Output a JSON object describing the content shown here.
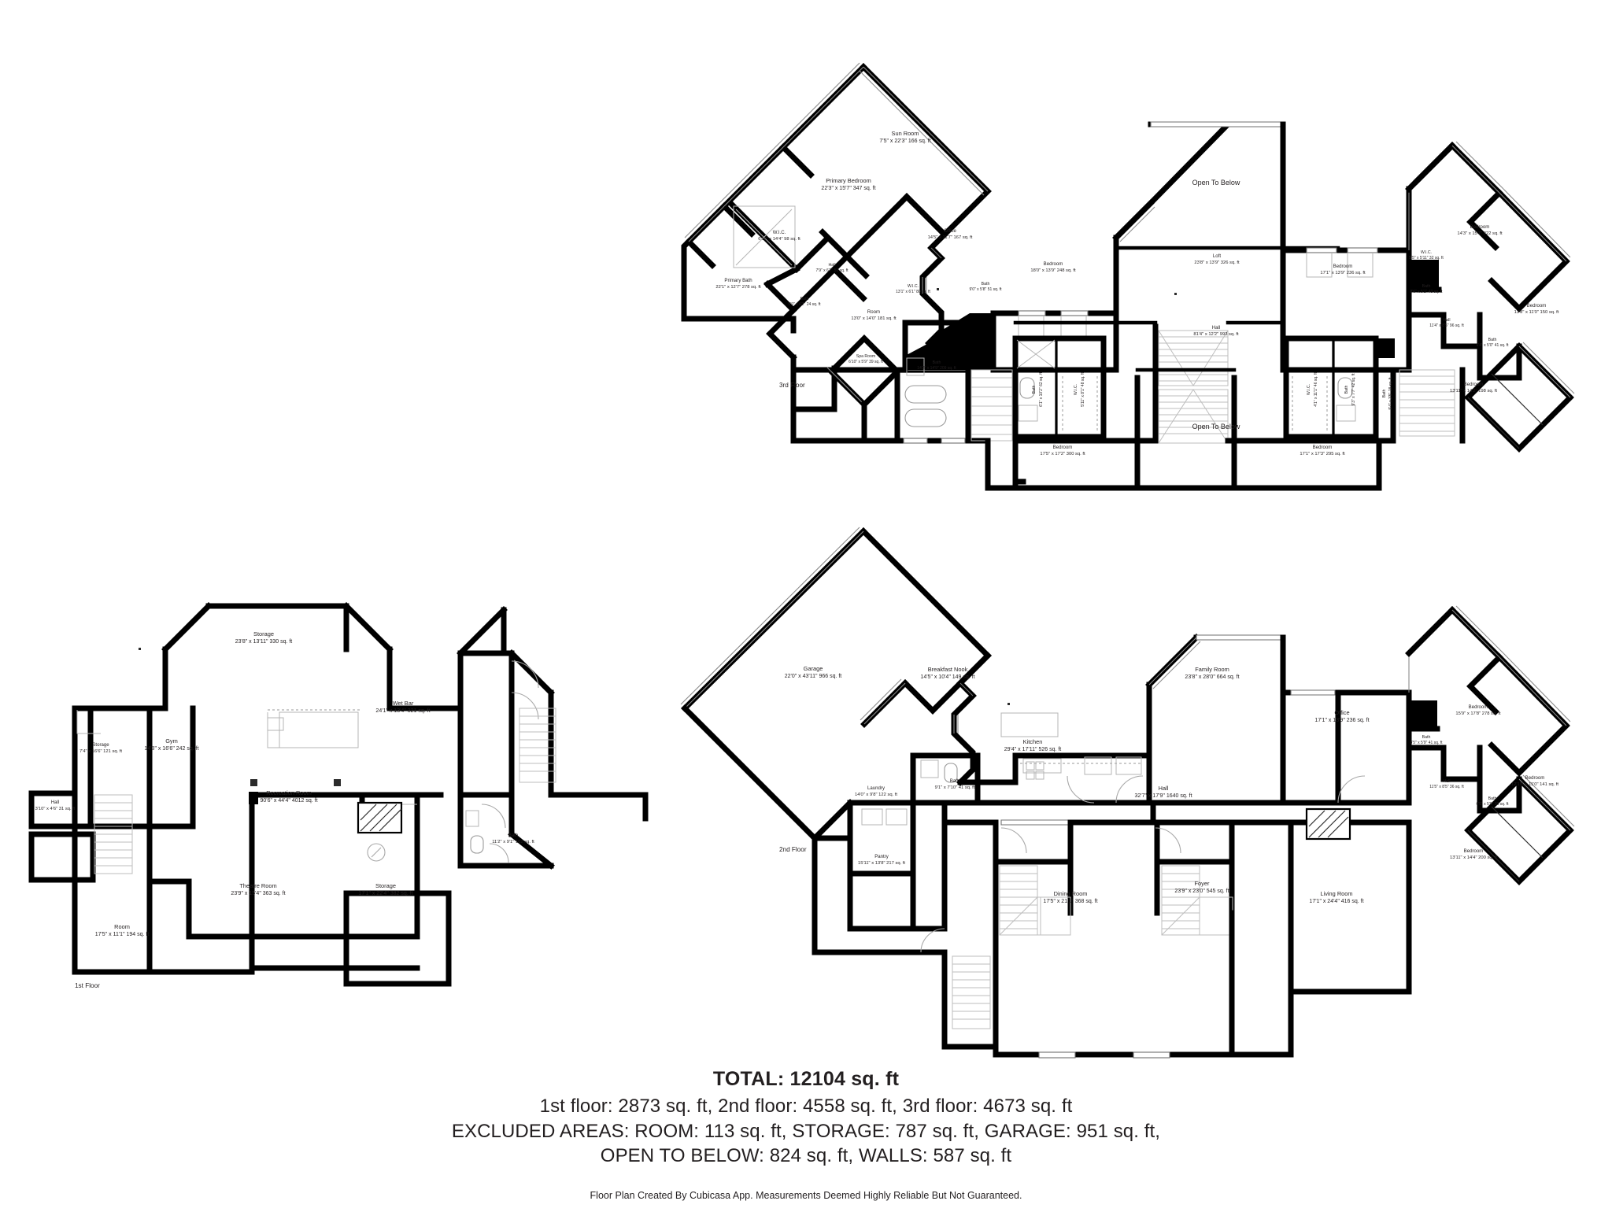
{
  "document": {
    "type": "floor-plan",
    "title": "TOTAL: 12104 sq. ft"
  },
  "summary": {
    "total_label": "TOTAL: 12104 sq. ft",
    "floors_line": "1st floor: 2873 sq. ft, 2nd floor: 4558 sq. ft, 3rd floor: 4673 sq. ft",
    "excluded_line_1": "EXCLUDED AREAS: ROOM: 113 sq. ft, STORAGE: 787 sq. ft, GARAGE: 951 sq. ft,",
    "excluded_line_2": "OPEN TO BELOW: 824 sq. ft, WALLS: 587 sq. ft",
    "credit": "Floor Plan Created By Cubicasa App. Measurements Deemed Highly Reliable But Not Guaranteed."
  },
  "floors": [
    {
      "id": "floor-1",
      "tag": "1st Floor",
      "area_sq_ft": 2873,
      "rooms": [
        {
          "name": "Storage",
          "dims": "23'8\" x 13'11\" 330 sq. ft"
        },
        {
          "name": "Wet Bar",
          "dims": "24'1\" x 13'4\" 321 sq. ft"
        },
        {
          "name": "Storage",
          "dims": "7'4\" x 16'6\" 121 sq. ft"
        },
        {
          "name": "Gym",
          "dims": "14'8\" x 16'6\" 242 sq. ft"
        },
        {
          "name": "Recreation Room",
          "dims": "90'6\" x 44'4\" 4012 sq. ft"
        },
        {
          "name": "Hall",
          "dims": "3'10\" x 4'6\" 31 sq. ft"
        },
        {
          "name": "Room",
          "dims": "17'5\" x 11'1\" 194 sq. ft"
        },
        {
          "name": "Theatre Room",
          "dims": "23'9\" x 15'4\" 363 sq. ft"
        },
        {
          "name": "Storage",
          "dims": "17'1\" x 22'4\" 382 sq. ft"
        },
        {
          "name": "Bath",
          "dims": "11'2\" x 9'1\" 102 sq. ft"
        }
      ]
    },
    {
      "id": "floor-2",
      "tag": "2nd Floor",
      "area_sq_ft": 4558,
      "rooms": [
        {
          "name": "Garage",
          "dims": "22'0\" x 43'11\" 966 sq. ft"
        },
        {
          "name": "Breakfast Nook",
          "dims": "14'5\" x 10'4\" 149 sq. ft"
        },
        {
          "name": "Family Room",
          "dims": "23'8\" x 28'0\" 664 sq. ft"
        },
        {
          "name": "Kitchen",
          "dims": "29'4\" x 17'11\" 526 sq. ft"
        },
        {
          "name": "Laundry",
          "dims": "14'0\" x 9'8\" 122 sq. ft"
        },
        {
          "name": "Bath",
          "dims": "9'1\" x 7'10\" 41 sq. ft"
        },
        {
          "name": "Pantry",
          "dims": "15'11\" x 13'8\" 217 sq. ft"
        },
        {
          "name": "Hall",
          "dims": "32'7\" x 17'9\" 1640 sq. ft"
        },
        {
          "name": "Office",
          "dims": "17'1\" x 13'9\" 236 sq. ft"
        },
        {
          "name": "Bath",
          "dims": "8'5\" x 5'9\" 41 sq. ft"
        },
        {
          "name": "Bedroom",
          "dims": "15'9\" x 17'8\" 278 sq. ft"
        },
        {
          "name": "Bedroom",
          "dims": "12'10\" x 11'0\" 141 sq. ft"
        },
        {
          "name": "Hall",
          "dims": "11'5\" x 8'5\" 36 sq. ft"
        },
        {
          "name": "Bath",
          "dims": "6'5\" x 5'0\" 30 sq. ft"
        },
        {
          "name": "Bedroom",
          "dims": "13'11\" x 14'4\" 200 sq. ft"
        },
        {
          "name": "Dining Room",
          "dims": "17'5\" x 21'1\" 368 sq. ft"
        },
        {
          "name": "Foyer",
          "dims": "23'9\" x 23'0\" 545 sq. ft"
        },
        {
          "name": "Living Room",
          "dims": "17'1\" x 24'4\" 416 sq. ft"
        }
      ]
    },
    {
      "id": "floor-3",
      "tag": "3rd Floor",
      "area_sq_ft": 4673,
      "open_to_below_labels": [
        "Open To Below",
        "Open To Below"
      ],
      "rooms": [
        {
          "name": "Sun Room",
          "dims": "7'5\" x 22'3\" 166 sq. ft"
        },
        {
          "name": "Primary Bedroom",
          "dims": "22'3\" x 15'7\" 347 sq. ft"
        },
        {
          "name": "W.I.C.",
          "dims": "6'11\" x 14'4\" 98 sq. ft"
        },
        {
          "name": "Primary Bath",
          "dims": "22'1\" x 12'7\" 278 sq. ft"
        },
        {
          "name": "Hall",
          "dims": "7'9\" x 6'7\" 51 sq. ft"
        },
        {
          "name": "Bath",
          "dims": "5'9\" x 4'2\" 24 sq. ft"
        },
        {
          "name": "Office",
          "dims": "14'5\" x 11'7\" 167 sq. ft"
        },
        {
          "name": "W.I.C.",
          "dims": "13'1\" x 6'1\" 80 sq. ft"
        },
        {
          "name": "Bath",
          "dims": "9'0\" x 5'8\" 51 sq. ft"
        },
        {
          "name": "Room",
          "dims": "13'0\" x 14'0\" 181 sq. ft"
        },
        {
          "name": "Bedroom",
          "dims": "18'0\" x 13'9\" 248 sq. ft"
        },
        {
          "name": "Loft",
          "dims": "23'8\" x 13'9\" 326 sq. ft"
        },
        {
          "name": "Bedroom",
          "dims": "17'1\" x 13'9\" 236 sq. ft"
        },
        {
          "name": "W.I.C.",
          "dims": "5'5\" x 5'11\" 32 sq. ft"
        },
        {
          "name": "Bath",
          "dims": "8'6\" x 5'1\" 43 sq. ft"
        },
        {
          "name": "Bedroom",
          "dims": "14'3\" x 15'7\" 222 sq. ft"
        },
        {
          "name": "Bedroom",
          "dims": "13'8\" x 11'0\" 150 sq. ft"
        },
        {
          "name": "Hall",
          "dims": "11'4\" x 8'5\" 96 sq. ft"
        },
        {
          "name": "Bath",
          "dims": "6'4\" x 5'0\" 41 sq. ft"
        },
        {
          "name": "Bedroom",
          "dims": "13'11\" x 14'2\" 198 sq. ft"
        },
        {
          "name": "Spa Room",
          "dims": "6'10\" x 5'9\" 39 sq. ft"
        },
        {
          "name": "Bath",
          "dims": "14'2\" x 14'9\" 209 sq. ft"
        },
        {
          "name": "Bath",
          "dims": "6'1\" x 10'2\" 62 sq. ft"
        },
        {
          "name": "W.I.C.",
          "dims": "5'11\" x 8'1\" 48 sq. ft"
        },
        {
          "name": "Hall",
          "dims": "81'4\" x 12'2\" 993 sq. ft"
        },
        {
          "name": "W.I.C.",
          "dims": "4'1\" x 11'1\" 46 sq. ft"
        },
        {
          "name": "Bath",
          "dims": "9'3\" x 7'7\" 42 sq. ft"
        },
        {
          "name": "Bath",
          "dims": "5'4\" x 3'5\" 18 sq. ft"
        },
        {
          "name": "Bedroom",
          "dims": "17'5\" x 17'2\" 300 sq. ft"
        },
        {
          "name": "Bedroom",
          "dims": "17'1\" x 17'3\" 295 sq. ft"
        }
      ]
    }
  ],
  "colors": {
    "wall": "#000000",
    "text": "#231f20",
    "fixture": "#9a9a9a",
    "background": "#ffffff"
  }
}
